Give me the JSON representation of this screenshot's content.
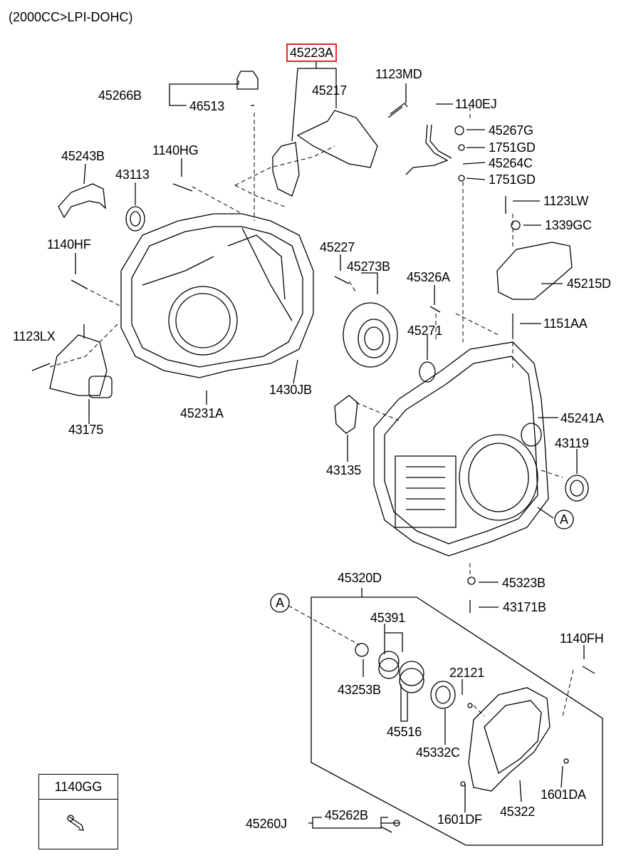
{
  "header": "(2000CC>LPI-DOHC)",
  "highlight_color": "#e8262b",
  "parts": {
    "p45223A": "45223A",
    "p45266B": "45266B",
    "p46513": "46513",
    "p45217": "45217",
    "p1123MD": "1123MD",
    "p1140EJ": "1140EJ",
    "p45267G": "45267G",
    "p1751GD_a": "1751GD",
    "p45264C": "45264C",
    "p1751GD_b": "1751GD",
    "p45243B": "45243B",
    "p1140HG": "1140HG",
    "p43113": "43113",
    "p1123LW": "1123LW",
    "p1339GC": "1339GC",
    "p1140HF": "1140HF",
    "p45227": "45227",
    "p45273B": "45273B",
    "p45326A": "45326A",
    "p45215D": "45215D",
    "p45271": "45271",
    "p1151AA": "1151AA",
    "p1123LX": "1123LX",
    "p1430JB": "1430JB",
    "p45231A": "45231A",
    "p45241A": "45241A",
    "p43175": "43175",
    "p43135": "43135",
    "p43119": "43119",
    "pA1": "A",
    "p45320D": "45320D",
    "p45323B": "45323B",
    "pA2": "A",
    "p43171B": "43171B",
    "p45391": "45391",
    "p1140FH": "1140FH",
    "p22121": "22121",
    "p43253B": "43253B",
    "p45516": "45516",
    "p45332C": "45332C",
    "p1601DA": "1601DA",
    "p45322": "45322",
    "p1601DF": "1601DF",
    "p45260J": "45260J",
    "p45262B": "45262B"
  },
  "legend": {
    "title": "1140GG",
    "icon": "bolt-icon"
  }
}
